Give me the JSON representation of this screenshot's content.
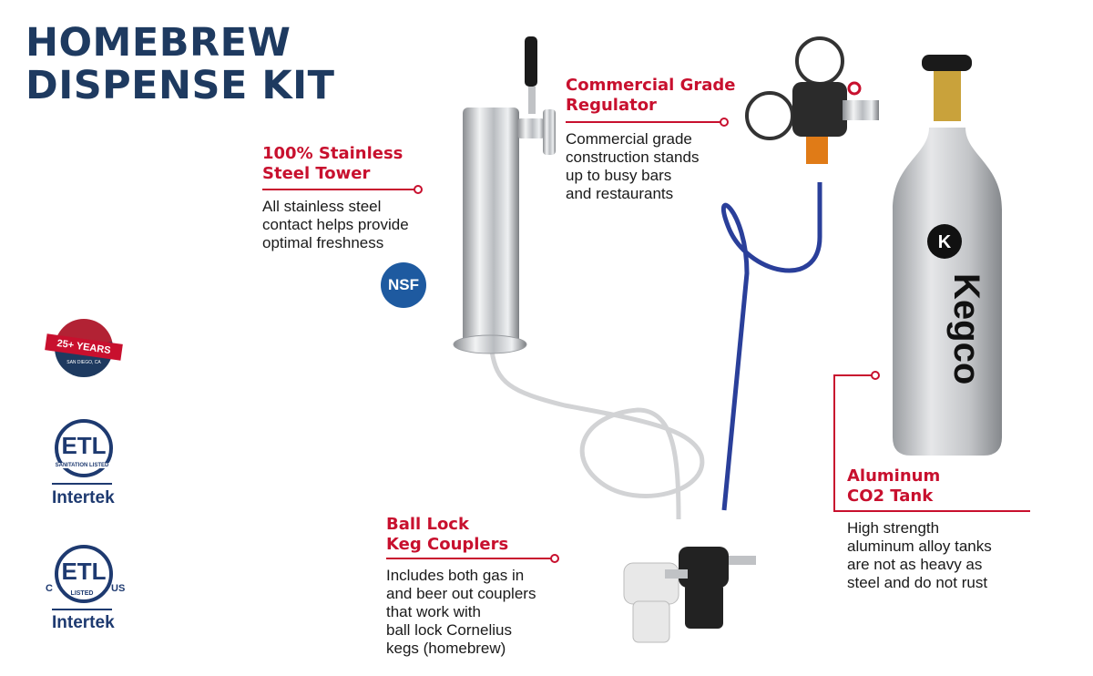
{
  "title": {
    "line1": "HOMEBREW",
    "line2": "DISPENSE KIT"
  },
  "features": [
    {
      "heading1": "100% Stainless",
      "heading2": "Steel Tower",
      "body": [
        "All stainless steel",
        "contact helps provide",
        "optimal freshness"
      ]
    },
    {
      "heading1": "Commercial Grade",
      "heading2": "Regulator",
      "body": [
        "Commercial grade",
        "construction stands",
        "up to busy bars",
        "and restaurants"
      ]
    },
    {
      "heading1": "Ball Lock",
      "heading2": "Keg Couplers",
      "body": [
        "Includes both gas in",
        "and beer out couplers",
        "that work with",
        "ball lock Cornelius",
        "kegs (homebrew)"
      ]
    },
    {
      "heading1": "Aluminum",
      "heading2": "CO2 Tank",
      "body": [
        "High strength",
        "aluminum alloy tanks",
        "are not as heavy as",
        "steel and do not rust"
      ]
    }
  ],
  "badges": {
    "nsf": "NSF",
    "years": "25+ YEARS",
    "years_sub": "SAN DIEGO, CA",
    "etl1_caption": "SANITATION LISTED",
    "etl1_brand": "Intertek",
    "etl2_caption": "LISTED",
    "etl2_left": "C",
    "etl2_right": "US",
    "etl2_brand": "Intertek"
  },
  "tank_brand": "Kegco",
  "colors": {
    "accent": "#c8102e",
    "navy": "#1e3a60",
    "hose": "#2a3f9a"
  }
}
